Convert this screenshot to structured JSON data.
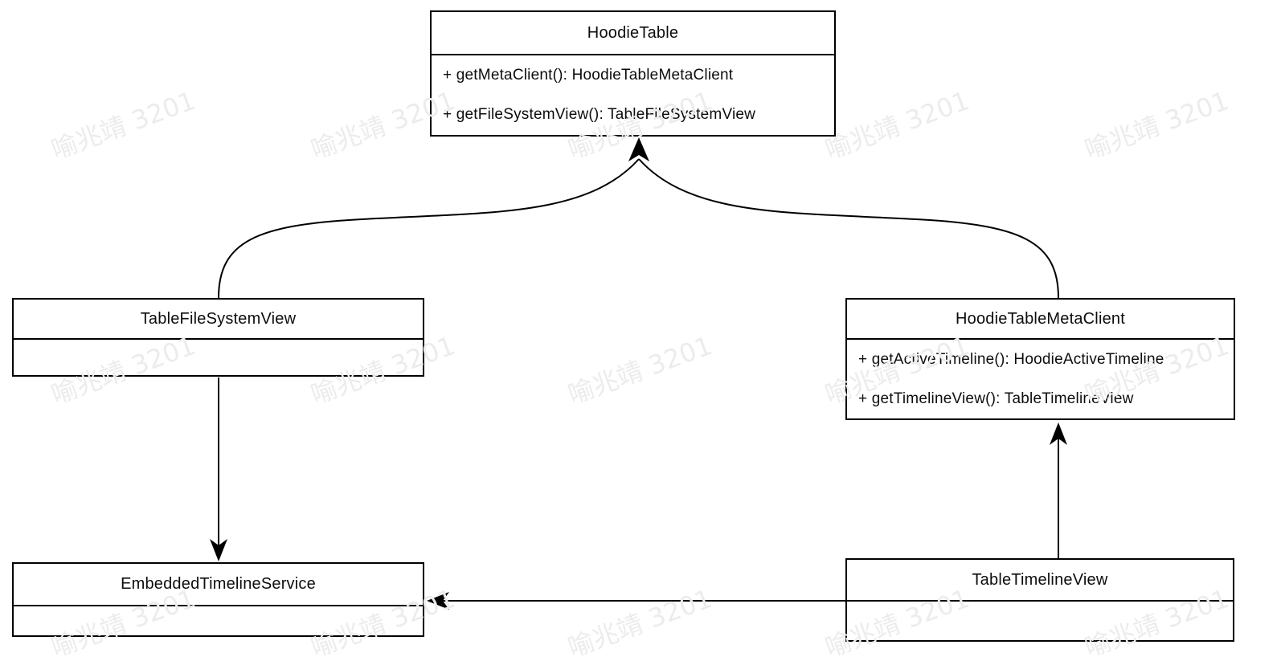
{
  "diagram": {
    "title": "Hudi table / timeline class diagram",
    "classes": [
      {
        "name": "HoodieTable",
        "methods": [
          "+ getMetaClient(): HoodieTableMetaClient",
          "+ getFileSystemView(): TableFileSystemView"
        ]
      },
      {
        "name": "TableFileSystemView",
        "methods": []
      },
      {
        "name": "HoodieTableMetaClient",
        "methods": [
          "+ getActiveTimeline(): HoodieActiveTimeline",
          "+ getTimelineView(): TableTimelineView"
        ]
      },
      {
        "name": "EmbeddedTimelineService",
        "methods": []
      },
      {
        "name": "TableTimelineView",
        "methods": []
      }
    ],
    "relations": [
      {
        "from": "TableFileSystemView",
        "to": "HoodieTable",
        "style": "curved",
        "arrowhead": "open-barbed"
      },
      {
        "from": "HoodieTableMetaClient",
        "to": "HoodieTable",
        "style": "curved",
        "arrowhead": "open-barbed"
      },
      {
        "from": "TableFileSystemView",
        "to": "EmbeddedTimelineService",
        "style": "straight-vertical",
        "arrowhead": "open-barbed"
      },
      {
        "from": "TableTimelineView",
        "to": "HoodieTableMetaClient",
        "style": "straight-vertical",
        "arrowhead": "open-barbed"
      },
      {
        "from": "TableTimelineView",
        "to": "EmbeddedTimelineService",
        "style": "straight-horizontal",
        "arrowhead": "open-barbed"
      }
    ],
    "watermark": {
      "text": "喻兆靖 3201",
      "color": "#ececec"
    },
    "colors": {
      "line": "#000000",
      "box_background": "#ffffff",
      "text": "#0d0d0d",
      "page_background": "#ffffff"
    }
  }
}
